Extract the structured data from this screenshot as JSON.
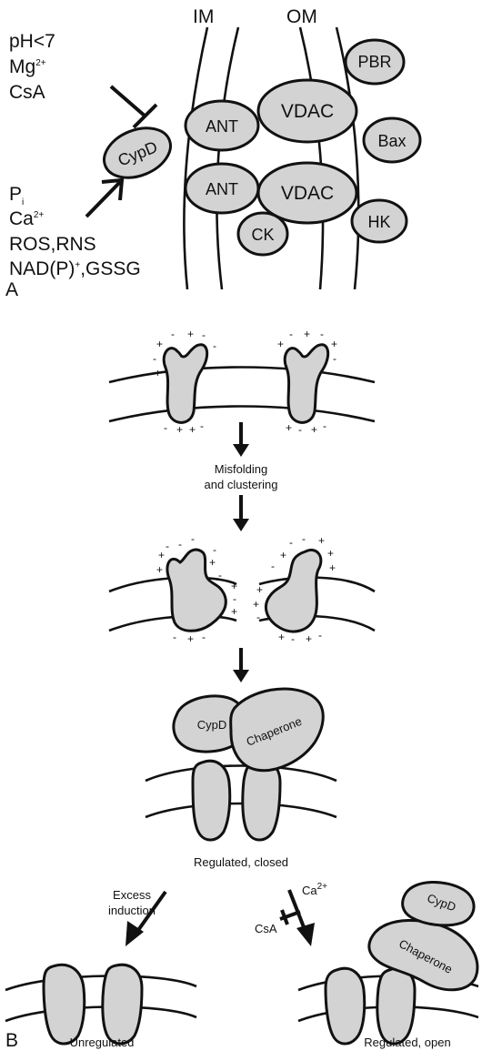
{
  "panel_a": {
    "membrane_labels": {
      "im": "IM",
      "om": "OM"
    },
    "inhibitors": [
      "pH<7",
      "Mg",
      "CsA"
    ],
    "mg_superscript": "2+",
    "activators": {
      "pi": "P",
      "pi_subscript": "i",
      "ca": "Ca",
      "ca_superscript": "2+",
      "ros": "ROS,RNS",
      "nad": "NAD(P)",
      "nad_superscript": "+",
      "gssg": ",GSSG"
    },
    "proteins": {
      "pbr": "PBR",
      "vdac_top": "VDAC",
      "ant_top": "ANT",
      "bax": "Bax",
      "cypd": "CypD",
      "ant_bottom": "ANT",
      "vdac_bottom": "VDAC",
      "ck": "CK",
      "hk": "HK"
    },
    "panel_label": "A"
  },
  "panel_b": {
    "step1_label_line1": "Misfolding",
    "step1_label_line2": "and clustering",
    "cypd": "CypD",
    "chaperone": "Chaperone",
    "regulated_closed": "Regulated, closed",
    "excess_line1": "Excess",
    "excess_line2": "induction",
    "ca": "Ca",
    "ca_superscript": "2+",
    "csa": "CsA",
    "cypd_open": "CypD",
    "chaperone_open": "Chaperone",
    "unregulated": "Unregulated",
    "regulated_open": "Regulated, open",
    "panel_label": "B",
    "charges": {
      "plus": "+",
      "minus": "-"
    }
  }
}
